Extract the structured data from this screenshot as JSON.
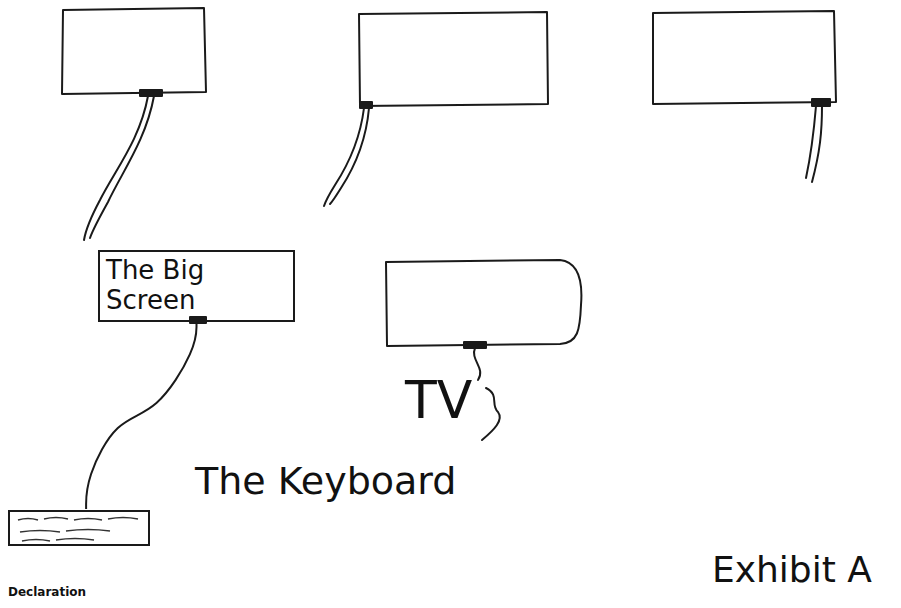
{
  "diagram": {
    "nodes": [
      {
        "text": [
          "The Big Screen"
        ]
      },
      {
        "text": [
          "The Keyboard"
        ]
      }
    ],
    "edges": [
      {
        "from": 0,
        "to": 1,
        "arrow": "none"
      }
    ],
    "labels": [
      "TV",
      "Exhibit A",
      "Declaration"
    ]
  }
}
